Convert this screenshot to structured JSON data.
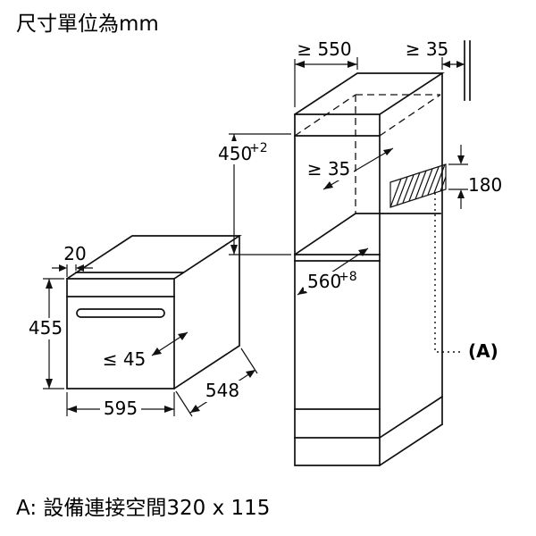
{
  "meta": {
    "units_note": "尺寸單位為mm",
    "footnote": "A: 設備連接空間320 x 115"
  },
  "cabinet": {
    "depth_min": "≥ 550",
    "wall_clearance_min": "≥ 35",
    "niche_height": "450",
    "niche_height_tolerance": "+2",
    "rear_clearance_min": "≥ 35",
    "connection_zone_height": "180",
    "niche_width": "560",
    "niche_width_tolerance": "+8",
    "connection_ref": "(A)"
  },
  "oven": {
    "front_frame_depth": "20",
    "height": "455",
    "handle_projection": "≤ 45",
    "width": "595",
    "depth": "548"
  }
}
